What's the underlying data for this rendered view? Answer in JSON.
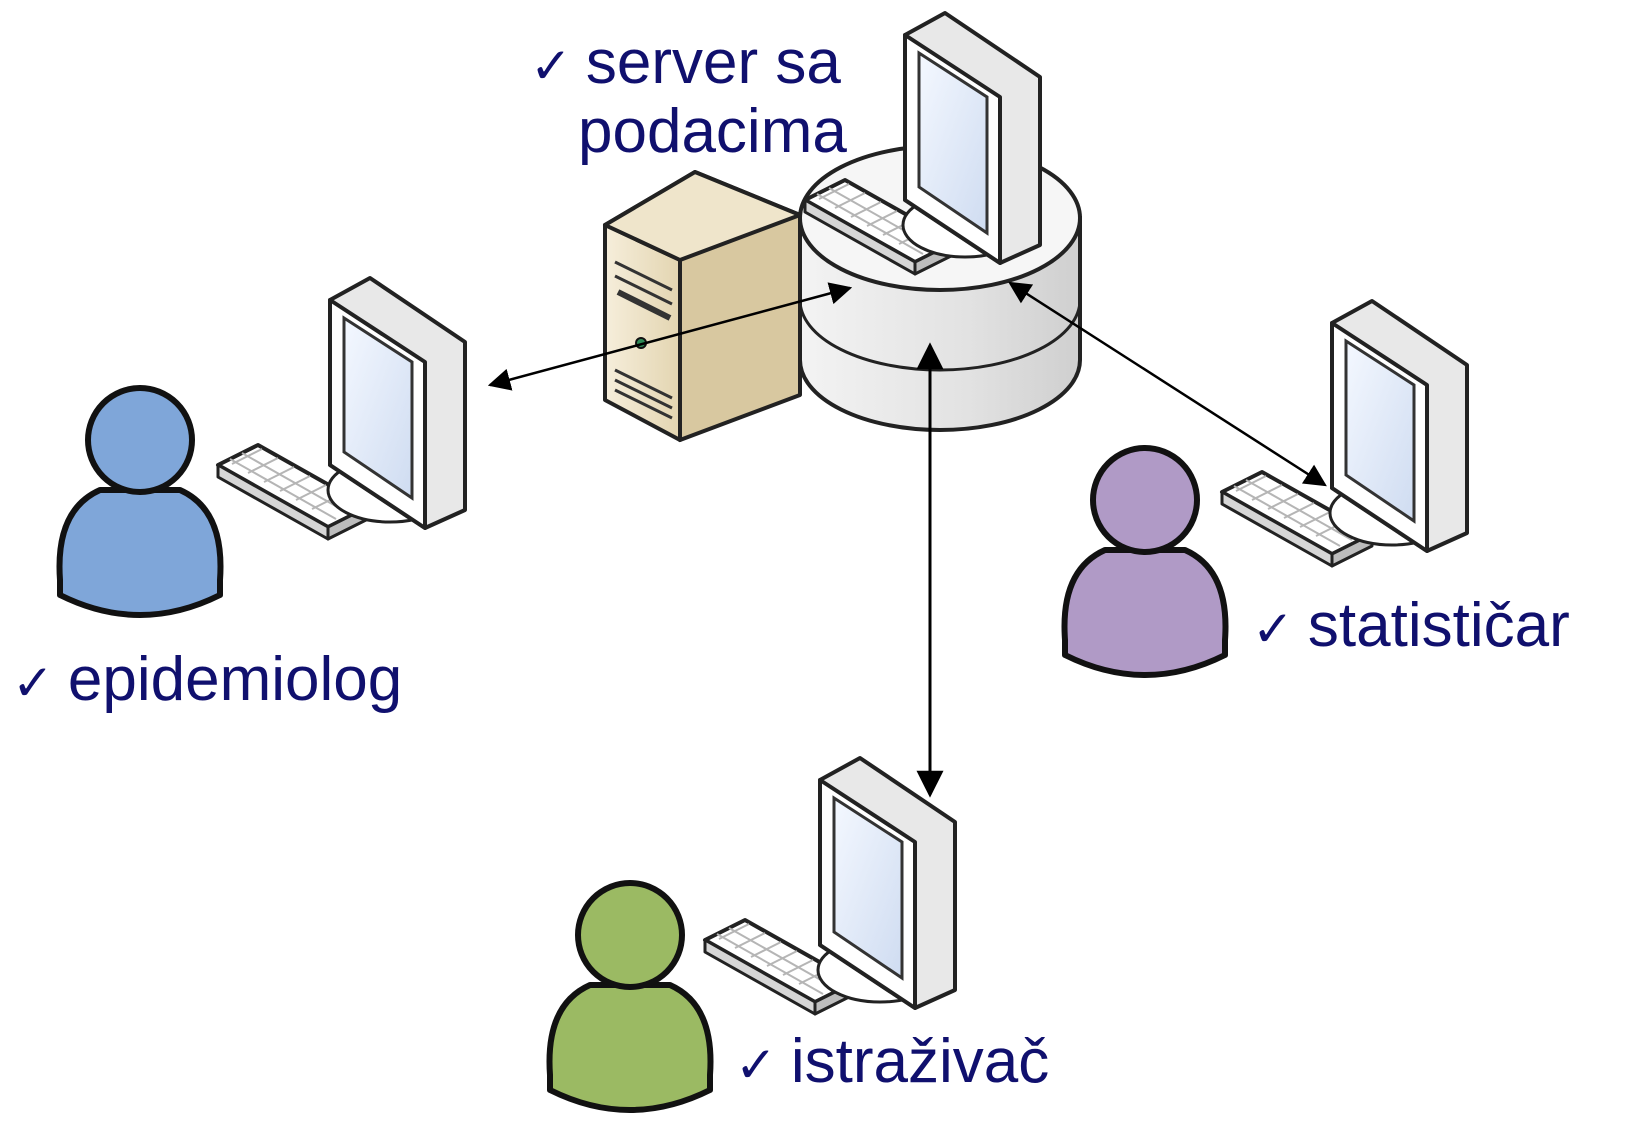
{
  "check_mark": "✓",
  "server": {
    "line1": "server sa",
    "line2": "podacima"
  },
  "nodes": {
    "epidemiolog": "epidemiolog",
    "statisticar": "statističar",
    "istrazivac": "istraživač"
  },
  "colors": {
    "label": "#10106e",
    "epidemiolog": "#7fa6d9",
    "statisticar": "#b09ac6",
    "istrazivac": "#9bba63",
    "server_tower": "#ede1c2"
  }
}
